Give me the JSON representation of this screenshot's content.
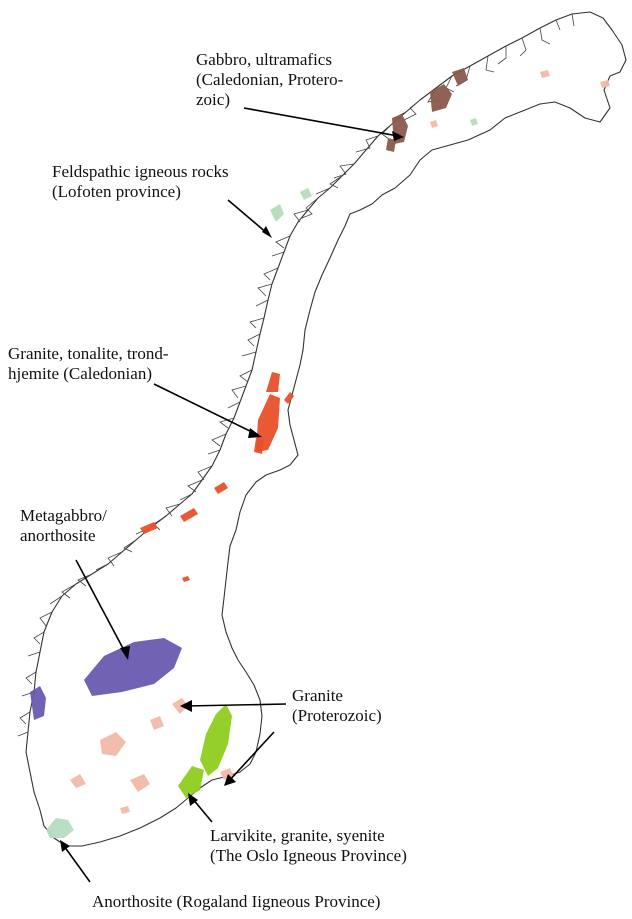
{
  "labels": {
    "gabbro": {
      "line1": "Gabbro, ultramafics",
      "line2": "(Caledonian, Protero-",
      "line3": "zoic)"
    },
    "feldspathic": {
      "line1": "Feldspathic igneous rocks",
      "line2": "(Lofoten province)"
    },
    "granite_caledonian": {
      "line1": "Granite, tonalite, trond-",
      "line2": "hjemite (Caledonian)"
    },
    "metagabbro": {
      "line1": "Metagabbro/",
      "line2": "anorthosite"
    },
    "granite_proterozoic": {
      "line1": "Granite",
      "line2": "(Proterozoic)"
    },
    "larvikite": {
      "line1": "Larvikite, granite, syenite",
      "line2": "(The Oslo Igneous Province)"
    },
    "anorthosite": {
      "line1": "Anorthosite (Rogaland Iigneous Province)"
    }
  },
  "colors": {
    "gabbro_ultramafics": "#8a5a4a",
    "feldspathic_lofoten": "#b9d9b9",
    "granite_caledonian": "#e8502a",
    "metagabbro_anorthosite": "#6a5ab0",
    "granite_proterozoic": "#f2b9a6",
    "larvikite_oslo": "#8fcc1e",
    "anorthosite_rogaland": "#b6dcc0"
  }
}
